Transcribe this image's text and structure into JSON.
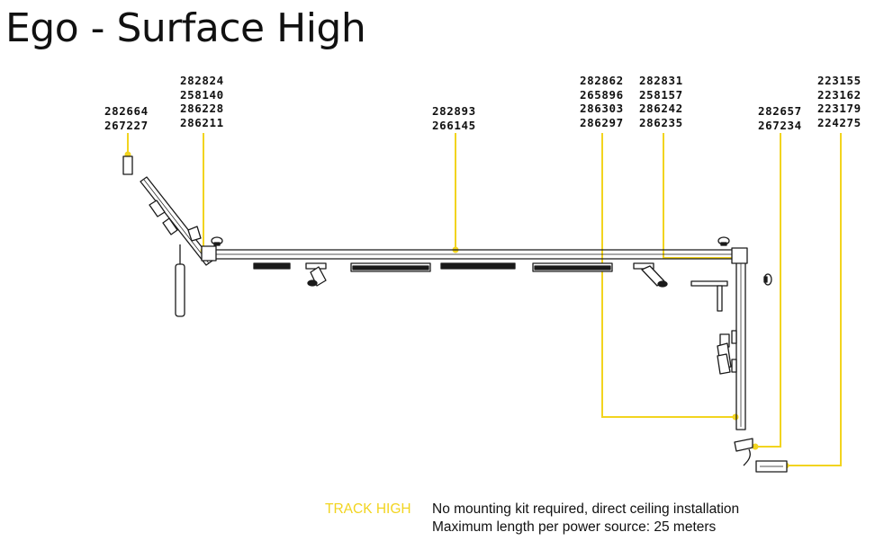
{
  "title": "Ego - Surface High",
  "accent_color": "#f2d41f",
  "code_groups": [
    {
      "id": "end-cap",
      "codes": [
        "282664",
        "267227"
      ]
    },
    {
      "id": "corner-connector",
      "codes": [
        "282824",
        "258140",
        "286228",
        "286211"
      ]
    },
    {
      "id": "track-profile",
      "codes": [
        "282893",
        "266145"
      ]
    },
    {
      "id": "feed-connector",
      "codes": [
        "282862",
        "265896",
        "286303",
        "286297"
      ]
    },
    {
      "id": "corner-joint",
      "codes": [
        "282831",
        "258157",
        "286242",
        "286235"
      ]
    },
    {
      "id": "power-feed",
      "codes": [
        "282657",
        "267234"
      ]
    },
    {
      "id": "driver",
      "codes": [
        "223155",
        "223162",
        "223179",
        "224275"
      ]
    }
  ],
  "legend": {
    "label": "TRACK HIGH",
    "line1": "No mounting kit required, direct ceiling installation",
    "line2": "Maximum length per power source: 25 meters"
  }
}
